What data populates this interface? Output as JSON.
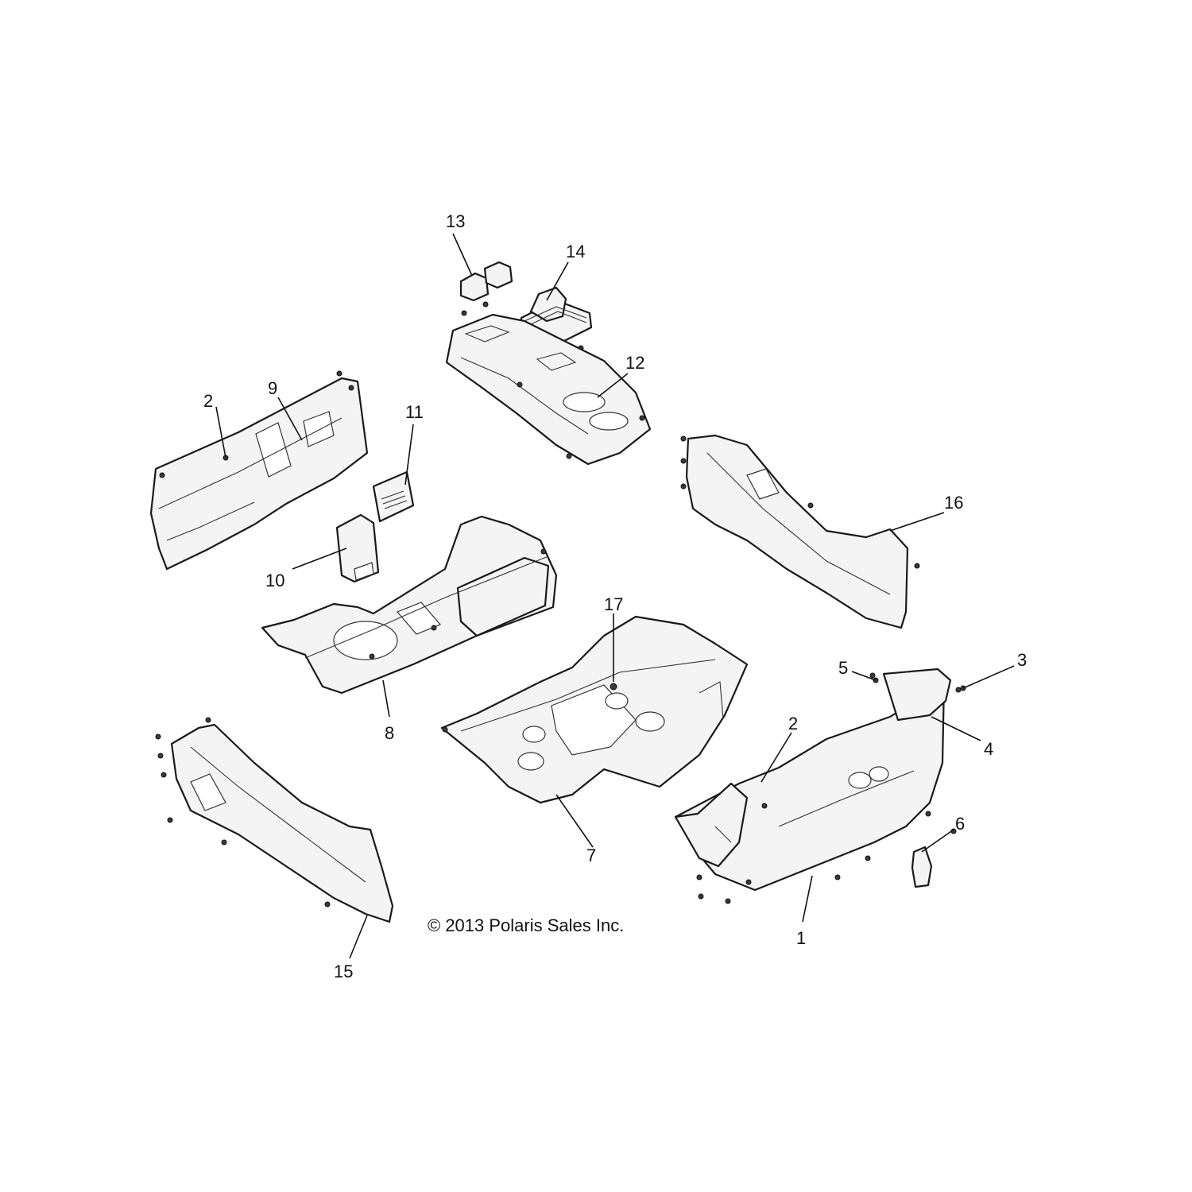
{
  "diagram": {
    "callouts": {
      "c1": "1",
      "c2a": "2",
      "c2b": "2",
      "c3": "3",
      "c4": "4",
      "c5": "5",
      "c6": "6",
      "c7": "7",
      "c8": "8",
      "c9": "9",
      "c10": "10",
      "c11": "11",
      "c12": "12",
      "c13": "13",
      "c14": "14",
      "c15": "15",
      "c16": "16",
      "c17": "17"
    },
    "copyright": "© 2013 Polaris Sales Inc."
  }
}
